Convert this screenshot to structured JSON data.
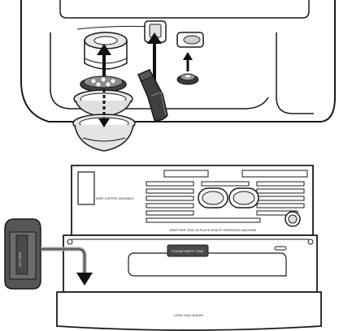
{
  "top_panel": {
    "title": "Filter basket assembly"
  },
  "bottom_panel": {
    "tray_label_right": "KEEP DRIP TRAY IN PLACE WHILST OPERATING MACHINE",
    "tray_label_left": "WIPE COFFEE GROUNDS",
    "empty_tray_label": "PLEASE EMPTY TRAY",
    "accessory_label": "LIFT HERE",
    "base_caption": "LEVEL DUAL BOILER"
  },
  "colors": {
    "stroke": "#1a1a1a",
    "metal_light": "#d9d9d9",
    "metal_mid": "#bdbdbd",
    "metal_dark": "#6e6e6e",
    "dark_part": "#3a3a3a",
    "paper": "#ffffff"
  },
  "icons": [
    "up-arrow-icon",
    "down-arrow-icon",
    "drip-tray-icon"
  ]
}
